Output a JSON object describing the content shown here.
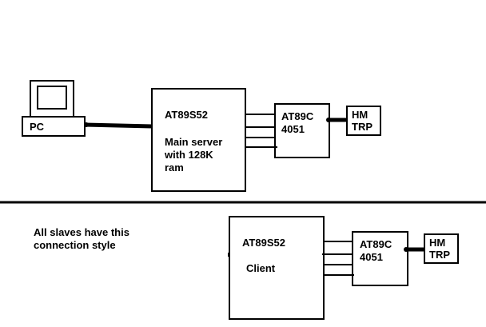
{
  "colors": {
    "stroke": "#000000",
    "background": "#ffffff"
  },
  "top_section": {
    "pc": {
      "label": "PC"
    },
    "main_server": {
      "line1": "AT89S52",
      "line2": "Main server",
      "line3": "with 128K",
      "line4": "ram"
    },
    "mux": {
      "line1": "AT89C",
      "line2": "4051"
    },
    "radio": {
      "line1": "HM",
      "line2": "TRP"
    }
  },
  "bottom_section": {
    "note": {
      "line1": "All slaves have this",
      "line2": "connection style"
    },
    "client": {
      "line1": "AT89S52",
      "line2": "Client"
    },
    "mux": {
      "line1": "AT89C",
      "line2": "4051"
    },
    "radio": {
      "line1": "HM",
      "line2": "TRP"
    }
  }
}
